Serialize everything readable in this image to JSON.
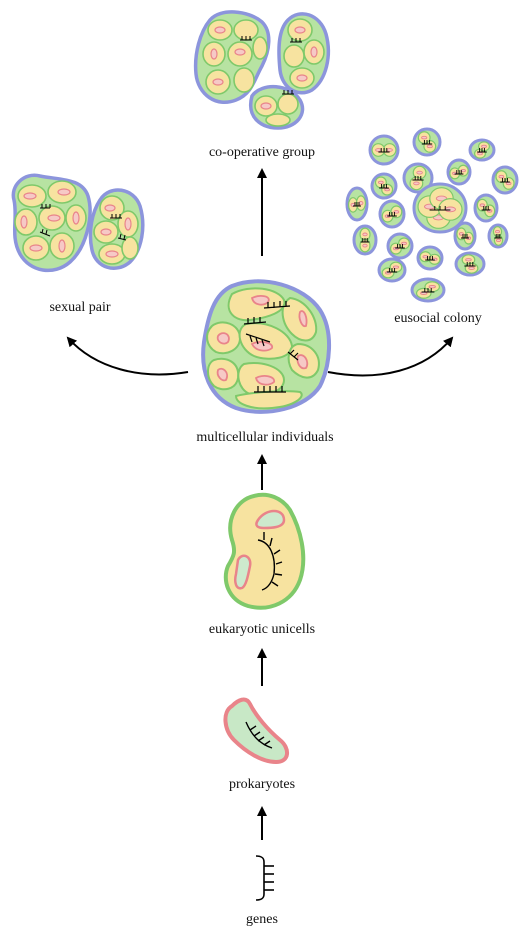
{
  "diagram": {
    "labels": {
      "genes": "genes",
      "prokaryotes": "prokaryotes",
      "eukaryotic_unicells": "eukaryotic unicells",
      "multicellular_individuals": "multicellular individuals",
      "sexual_pair": "sexual pair",
      "cooperative_group": "co-operative group",
      "eusocial_colony": "eusocial colony"
    },
    "colors": {
      "cytoplasm": "#f7e3a0",
      "cell_wall": "#7fc96a",
      "organism_outline": "#8c95dc",
      "mitochondrion_outline": "#e9848a",
      "mitochondrion_fill": "#cdeacd",
      "prokaryote_fill": "#c8e8c6",
      "arrow": "#000000"
    }
  }
}
